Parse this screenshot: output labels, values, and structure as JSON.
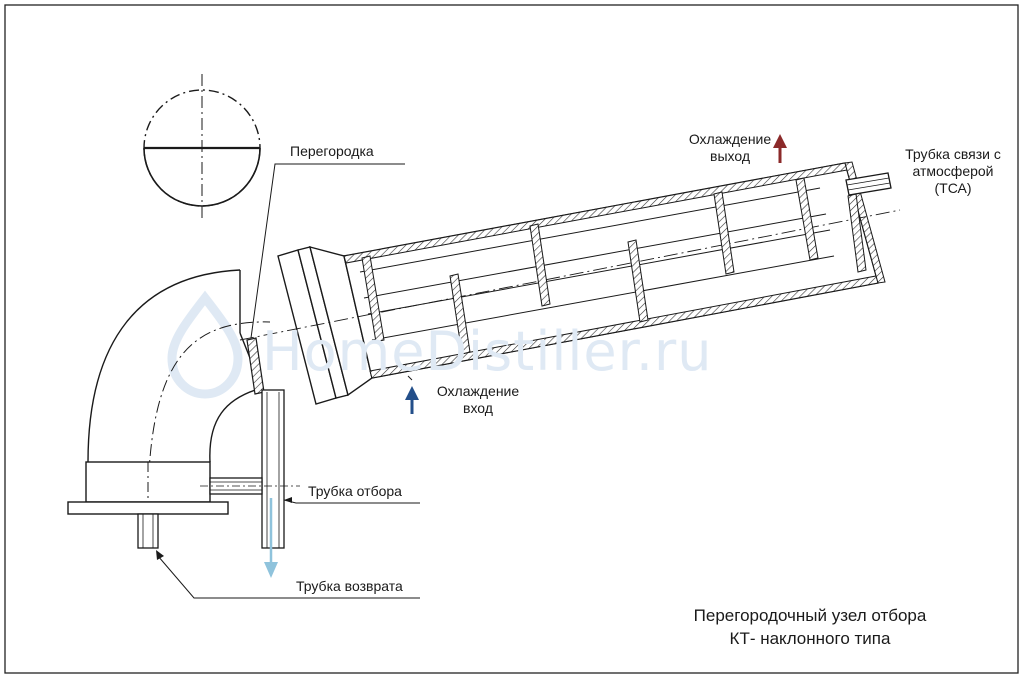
{
  "labels": {
    "partition": "Перегородка",
    "coolant_out_1": "Охлаждение",
    "coolant_out_2": "выход",
    "coolant_in_1": "Охлаждение",
    "coolant_in_2": "вход",
    "vent_1": "Трубка связи с",
    "vent_2": "атмосферой",
    "vent_3": "(ТСА)",
    "takeoff": "Трубка отбора",
    "return": "Трубка возврата"
  },
  "title": {
    "line1": "Перегородочный узел отбора",
    "line2": "КТ- наклонного типа"
  },
  "watermark": "HomeDistiller.ru",
  "colors": {
    "line": "#1a1a1a",
    "hatch": "#333333",
    "arrow_out": "#8b2a2a",
    "arrow_in": "#234f8a",
    "arrow_takeoff": "#8fc3dc",
    "watermark": "#dfe9f4"
  }
}
